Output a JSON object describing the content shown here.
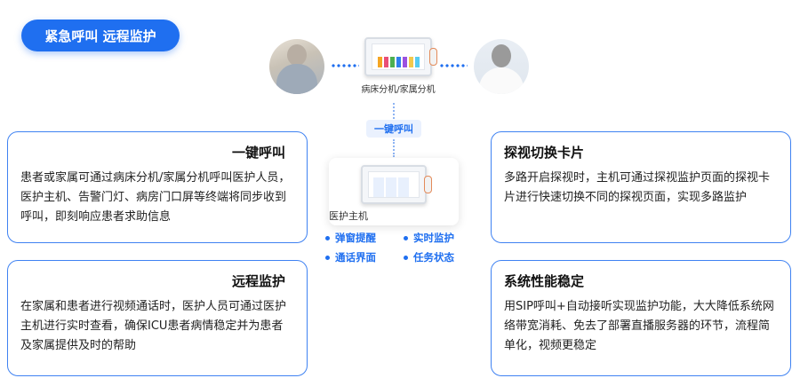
{
  "header": {
    "pill_label": "紧急呼叫 远程监护"
  },
  "devices": {
    "bedside_label": "病床分机/家属分机",
    "host_label": "医护主机",
    "flow_tag": "一键呼叫"
  },
  "features": [
    "弹窗提醒",
    "实时监护",
    "通话界面",
    "任务状态"
  ],
  "cards": {
    "one_click": {
      "title": "一键呼叫",
      "text": "患者或家属可通过病床分机/家属分机呼叫医护人员，医护主机、告警门灯、病房门口屏等终端将同步收到呼叫，即刻响应患者求助信息"
    },
    "remote": {
      "title": "远程监护",
      "text": "在家属和患者进行视频通话时，医护人员可通过医护主机进行实时查看，确保ICU患者病情稳定并为患者及家属提供及时的帮助"
    },
    "switch": {
      "title": "探视切换卡片",
      "text": "多路开启探视时，主机可通过探视监护页面的探视卡片进行快速切换不同的探视页面，实现多路监护"
    },
    "stable": {
      "title": "系统性能稳定",
      "text": "用SIP呼叫+自动接听实现监护功能，大大降低系统网络带宽消耗、免去了部署直播服务器的环节，流程简单化，视频更稳定"
    }
  },
  "colors": {
    "accent": "#1f6ff0",
    "border": "#3f82f2"
  },
  "icons": [
    "patient-avatar",
    "family-avatar",
    "tablet-device-icon",
    "bullet-dot-icon"
  ]
}
